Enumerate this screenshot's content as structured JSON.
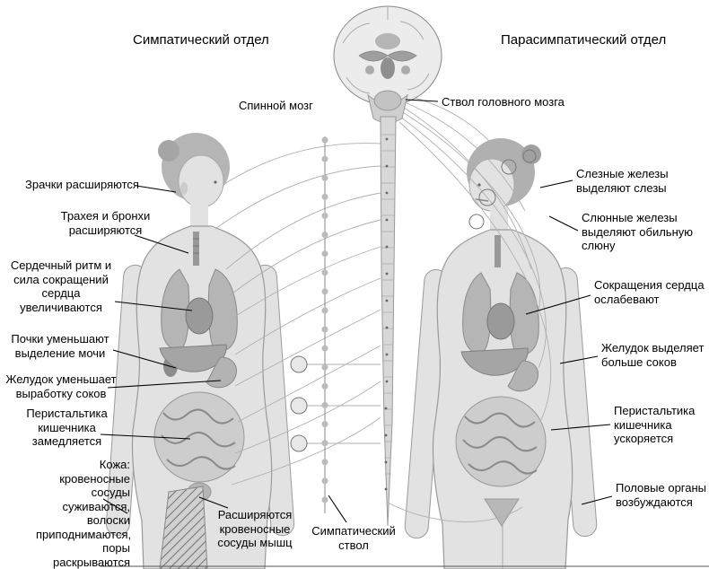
{
  "diagram": {
    "titles": {
      "left": "Симпатический отдел",
      "right": "Парасимпатический отдел"
    },
    "center": {
      "spinal_cord": "Спинной мозг",
      "brainstem": "Ствол головного мозга",
      "sympathetic_trunk": "Симпатический ствол",
      "muscle_vessels": "Расширяются кровеносные сосуды мышц"
    },
    "left_labels": [
      "Зрачки расширяются",
      "Трахея и бронхи расширяются",
      "Сердечный ритм и сила сокращений сердца увеличиваются",
      "Почки уменьшают выделение мочи",
      "Желудок уменьшает выработку соков",
      "Перистальтика кишечника замедляется",
      "Кожа: кровеносные сосуды суживаются, волоски приподнимаются, поры раскрываются"
    ],
    "right_labels": [
      "Слезные железы выделяют слезы",
      "Слюнные железы выделяют обильную слюну",
      "Сокращения сердца ослабевают",
      "Желудок выделяет больше соков",
      "Перистальтика кишечника ускоряется",
      "Половые органы возбуждаются"
    ],
    "colors": {
      "background": "#ffffff",
      "ink": "#000000",
      "body_fill": "#e2e2e2",
      "organ_gray": "#a5a5a5"
    }
  }
}
